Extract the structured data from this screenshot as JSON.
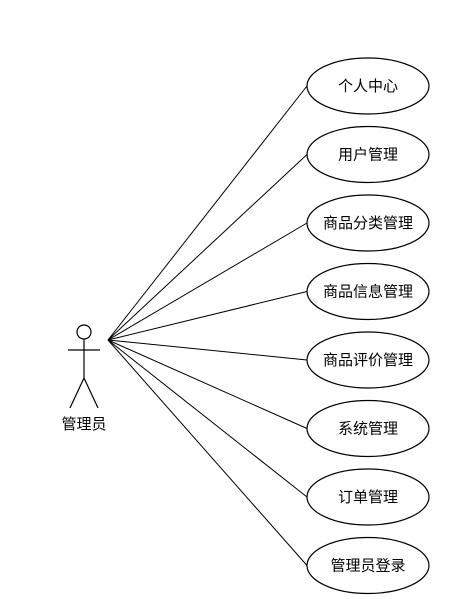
{
  "actor": {
    "label": "管理员"
  },
  "use_cases": [
    {
      "label": "个人中心"
    },
    {
      "label": "用户管理"
    },
    {
      "label": "商品分类管理"
    },
    {
      "label": "商品信息管理"
    },
    {
      "label": "商品评价管理"
    },
    {
      "label": "系统管理"
    },
    {
      "label": "订单管理"
    },
    {
      "label": "管理员登录"
    }
  ],
  "colors": {
    "stroke": "#000000",
    "fill": "#ffffff",
    "text": "#000000"
  }
}
